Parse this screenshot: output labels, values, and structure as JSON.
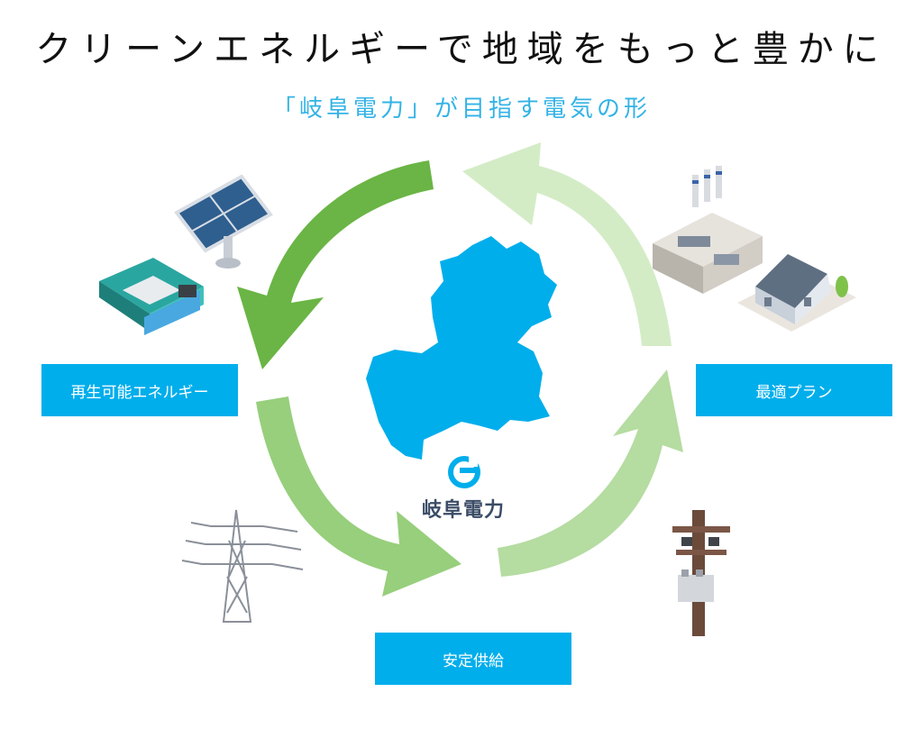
{
  "header": {
    "title": "クリーンエネルギーで地域をもっと豊かに",
    "subtitle": "「岐阜電力」が目指す電気の形"
  },
  "cycle": {
    "nodes": [
      {
        "label": "再生可能エネルギー",
        "icon": "solar-hydro-icon"
      },
      {
        "label": "安定供給",
        "icon": "transmission-tower-icon"
      },
      {
        "label": "最適プラン",
        "icon": "factory-house-icon"
      }
    ],
    "center_logo_text": "岐阜電力",
    "center_icon": "gifu-map-icon"
  },
  "colors": {
    "accent_blue": "#00aeeb",
    "title_text": "#111111",
    "subtitle_text": "#33b3e6",
    "arrow_dark": "#6ab545",
    "arrow_mid": "#97cf7c",
    "arrow_light": "#b5dca1",
    "arrow_pale": "#d3ecc6",
    "logo_text": "#3a4c66"
  }
}
